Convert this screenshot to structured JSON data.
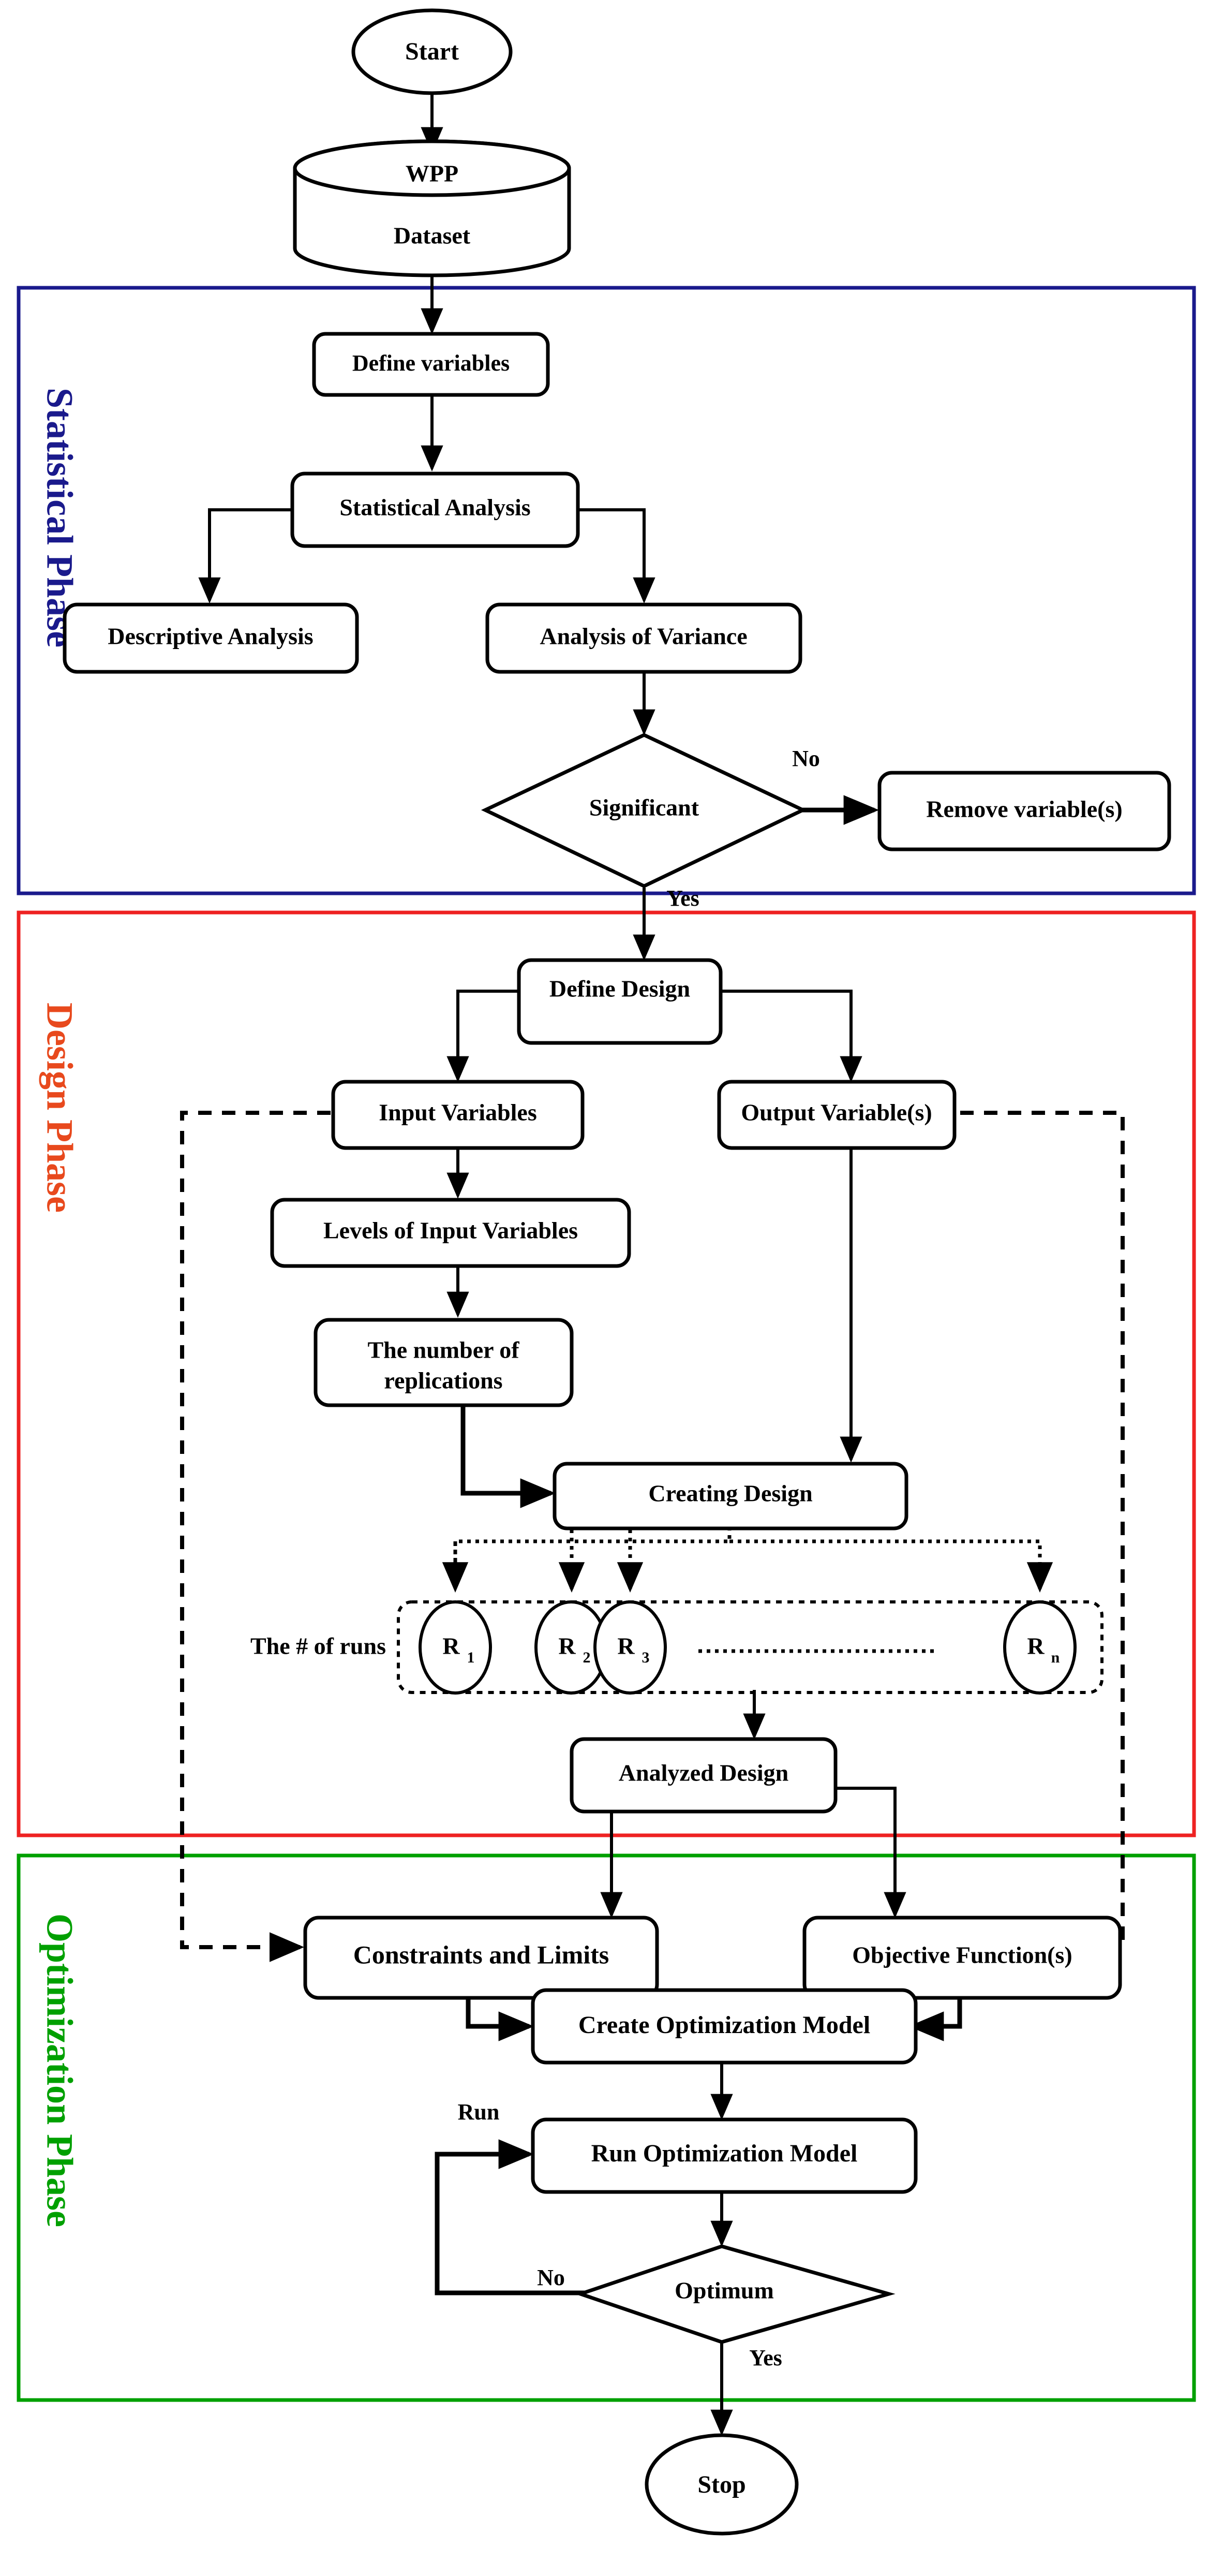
{
  "title": "Three-phase Statistical / Design / Optimization methodology flowchart",
  "colors": {
    "statistical_phase": "#1a1a8c",
    "design_phase": "#ee2222",
    "optimization_phase": "#00a000",
    "design_phase_text": "#e8491d",
    "stroke": "#000000",
    "background": "#ffffff"
  },
  "phases": [
    {
      "id": "statistical",
      "label": "Statistical Phase",
      "color": "#1a1a8c"
    },
    {
      "id": "design",
      "label": "Design Phase",
      "color": "#ee2222"
    },
    {
      "id": "optimization",
      "label": "Optimization Phase",
      "color": "#00a000"
    }
  ],
  "nodes": {
    "start": {
      "label": "Start",
      "shape": "ellipse"
    },
    "dataset": {
      "label_top": "WPP",
      "label_bottom": "Dataset",
      "shape": "cylinder"
    },
    "define_variables": {
      "label": "Define variables",
      "shape": "process"
    },
    "statistical_analysis": {
      "label": "Statistical Analysis",
      "shape": "process"
    },
    "descriptive_analysis": {
      "label": "Descriptive Analysis",
      "shape": "process"
    },
    "analysis_of_variance": {
      "label": "Analysis of Variance",
      "shape": "process"
    },
    "significant": {
      "label": "Significant",
      "shape": "decision"
    },
    "remove_variables": {
      "label": "Remove variable(s)",
      "shape": "process"
    },
    "define_design": {
      "label": "Define Design",
      "shape": "process"
    },
    "input_variables": {
      "label": "Input Variables",
      "shape": "process"
    },
    "output_variables": {
      "label": "Output Variable(s)",
      "shape": "process"
    },
    "levels_of_input_variables": {
      "label": "Levels of Input Variables",
      "shape": "process"
    },
    "number_of_replications": {
      "label_line1": "The number of",
      "label_line2": "replications",
      "shape": "process"
    },
    "creating_design": {
      "label": "Creating Design",
      "shape": "process"
    },
    "runs_group_label": {
      "label": "The # of runs"
    },
    "analyzed_design": {
      "label": "Analyzed Design",
      "shape": "process"
    },
    "constraints_and_limits": {
      "label": "Constraints and Limits",
      "shape": "process"
    },
    "objective_functions": {
      "label": "Objective Function(s)",
      "shape": "process"
    },
    "create_optimization_model": {
      "label": "Create Optimization Model",
      "shape": "process"
    },
    "run_optimization_model": {
      "label": "Run Optimization Model",
      "shape": "process"
    },
    "optimum": {
      "label": "Optimum",
      "shape": "decision"
    },
    "stop": {
      "label": "Stop",
      "shape": "ellipse"
    }
  },
  "runs": [
    {
      "id": "r1",
      "label": "R",
      "sub": "1"
    },
    {
      "id": "r2",
      "label": "R",
      "sub": "2"
    },
    {
      "id": "r3",
      "label": "R",
      "sub": "3"
    },
    {
      "id": "rn",
      "label": "R",
      "sub": "n"
    }
  ],
  "edge_labels": {
    "significant_no": "No",
    "significant_yes": "Yes",
    "optimum_no": "No",
    "optimum_yes": "Yes",
    "run_loop": "Run"
  }
}
